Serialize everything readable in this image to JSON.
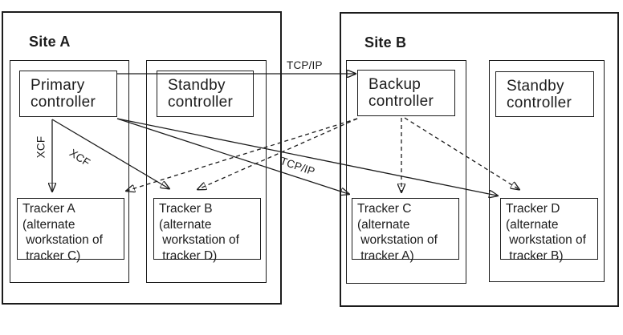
{
  "siteA": {
    "label": "Site A",
    "primary_controller": {
      "line1": "Primary",
      "line2": "controller"
    },
    "standby_controller": {
      "line1": "Standby",
      "line2": "controller"
    },
    "tracker_a": {
      "line1": "Tracker A",
      "line2": "(alternate",
      "line3": " workstation of",
      "line4": " tracker C)"
    },
    "tracker_b": {
      "line1": "Tracker B",
      "line2": "(alternate",
      "line3": " workstation of",
      "line4": " tracker D)"
    }
  },
  "siteB": {
    "label": "Site B",
    "backup_controller": {
      "line1": "Backup",
      "line2": "controller"
    },
    "standby_controller": {
      "line1": "Standby",
      "line2": "controller"
    },
    "tracker_c": {
      "line1": "Tracker C",
      "line2": "(alternate",
      "line3": " workstation of",
      "line4": " tracker A)"
    },
    "tracker_d": {
      "line1": "Tracker D",
      "line2": "(alternate",
      "line3": " workstation of",
      "line4": " tracker B)"
    }
  },
  "link_labels": {
    "tcpip_top": "TCP/IP",
    "tcpip_middle": "TCP/IP",
    "xcf_vertical": "XCF",
    "xcf_diagonal": "XCF"
  },
  "connections": [
    {
      "from": "Primary controller",
      "to": "Backup controller",
      "style": "solid",
      "label": "TCP/IP"
    },
    {
      "from": "Primary controller",
      "to": "Tracker A",
      "style": "solid",
      "label": "XCF"
    },
    {
      "from": "Primary controller",
      "to": "Tracker B",
      "style": "solid",
      "label": "XCF"
    },
    {
      "from": "Primary controller",
      "to": "Tracker C",
      "style": "solid",
      "label": "TCP/IP"
    },
    {
      "from": "Primary controller",
      "to": "Tracker D",
      "style": "solid",
      "label": "TCP/IP"
    },
    {
      "from": "Backup controller",
      "to": "Tracker A",
      "style": "dashed",
      "label": ""
    },
    {
      "from": "Backup controller",
      "to": "Tracker B",
      "style": "dashed",
      "label": ""
    },
    {
      "from": "Backup controller",
      "to": "Tracker C",
      "style": "dashed",
      "label": ""
    },
    {
      "from": "Backup controller",
      "to": "Tracker D",
      "style": "dashed",
      "label": ""
    }
  ],
  "colors": {
    "background": "#ffffff",
    "line": "#1c1c1c",
    "box_border": "#1c1c1c",
    "text": "#1c1c1c"
  }
}
